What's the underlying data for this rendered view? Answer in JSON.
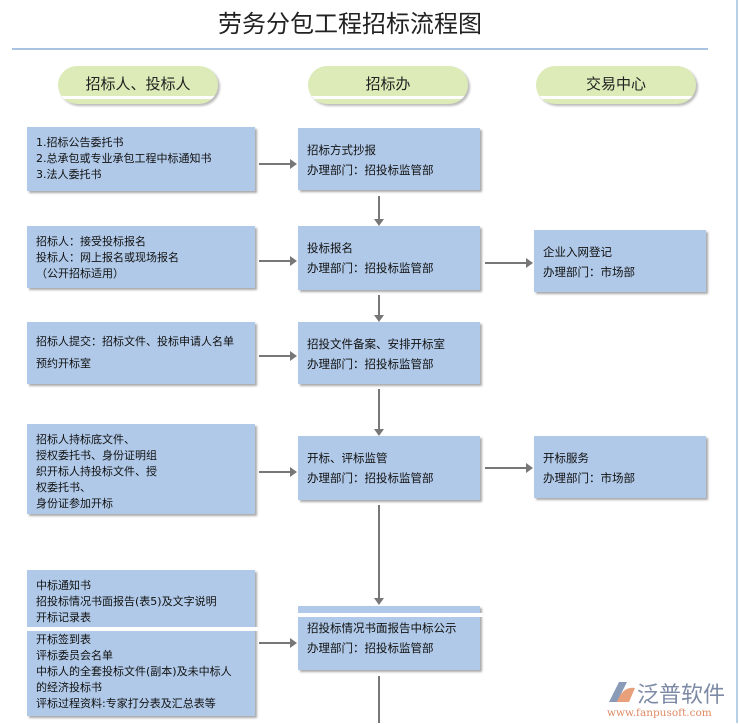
{
  "title": "劳务分包工程招标流程图",
  "columns": [
    "招标人、投标人",
    "招标办",
    "交易中心"
  ],
  "left_boxes": [
    [
      "1.招标公告委托书",
      "2.总承包或专业承包工程中标通知书",
      "3.法人委托书"
    ],
    [
      "招标人：接受投标报名",
      "投标人：网上报名或现场报名",
      "（公开招标适用）"
    ],
    [
      "招标人提交：招标文件、投标申请人名单",
      "预约开标室"
    ],
    [
      "招标人持标底文件、",
      "授权委托书、身份证明组",
      "织开标人持投标文件、授",
      "权委托书、",
      "身份证参加开标"
    ],
    [
      "中标通知书",
      "招投标情况书面报告(表5)及文字说明",
      "开标记录表",
      "开标签到表",
      "评标委员会名单",
      "中标人的全套投标文件(副本)及未中标人",
      "的经济投标书",
      "评标过程资料:专家打分表及汇总表等"
    ]
  ],
  "mid_boxes": [
    [
      "招标方式抄报",
      "办理部门：招投标监管部"
    ],
    [
      "投标报名",
      "办理部门：招投标监管部"
    ],
    [
      "招投文件备案、安排开标室",
      "办理部门：招投标监管部"
    ],
    [
      "开标、评标监管",
      "办理部门：招投标监管部"
    ],
    [
      "招投标情况书面报告中标公示",
      "办理部门：招投标监管部"
    ]
  ],
  "right_boxes": [
    [
      "企业入网登记",
      "办理部门：市场部"
    ],
    [
      "开标服务",
      "办理部门：市场部"
    ]
  ],
  "logo": {
    "name": "泛普软件",
    "url": "www.fanpusoft.com"
  },
  "colors": {
    "box": "#b0c9e8",
    "pill": "#dcebb7",
    "arrow": "#777777"
  }
}
